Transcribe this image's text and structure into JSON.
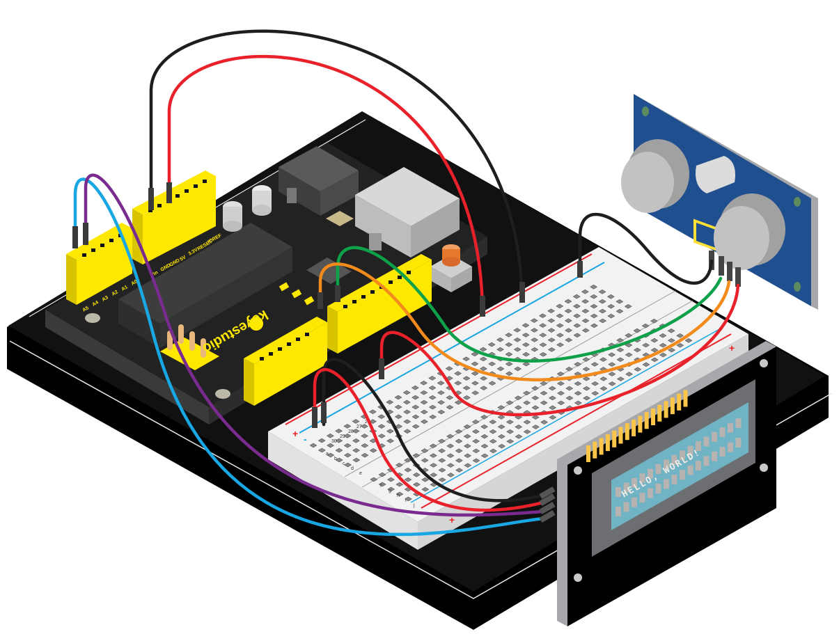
{
  "title": "Arduino ultrasonic sensor with 1602 LCD wiring diagram",
  "controller": {
    "brand": "keyestudio",
    "power_header_labels": [
      "IOREF",
      "RESET",
      "3.3V",
      "5V",
      "GND",
      "GND",
      "Vin"
    ],
    "analog_header_labels": [
      "A0",
      "A1",
      "A2",
      "A3",
      "A4",
      "A5"
    ]
  },
  "breadboard": {
    "rail_plus": "+",
    "rail_minus": "-",
    "row_labels_top": [
      "a",
      "b",
      "c",
      "d",
      "e"
    ],
    "row_labels_bottom": [
      "f",
      "g",
      "h",
      "i",
      "j"
    ],
    "column_labels": [
      "30",
      "29",
      "28",
      "27",
      "26"
    ]
  },
  "lcd": {
    "line1": "HELLO, WORLD!",
    "line2": ""
  },
  "wires": [
    {
      "name": "black-gnd",
      "color": "#1e1e1e"
    },
    {
      "name": "red-5v",
      "color": "#e8212a"
    },
    {
      "name": "green-signal",
      "color": "#0ea14a"
    },
    {
      "name": "orange-signal",
      "color": "#f28a1c"
    },
    {
      "name": "purple-sda",
      "color": "#7a2b8f"
    },
    {
      "name": "blue-scl",
      "color": "#18a7e3"
    }
  ],
  "colors": {
    "header_yellow": "#ffe800",
    "board_black": "#1c1c1c",
    "sensor_blue": "#1f4f8f",
    "lcd_screen": "#6fb3c4"
  }
}
